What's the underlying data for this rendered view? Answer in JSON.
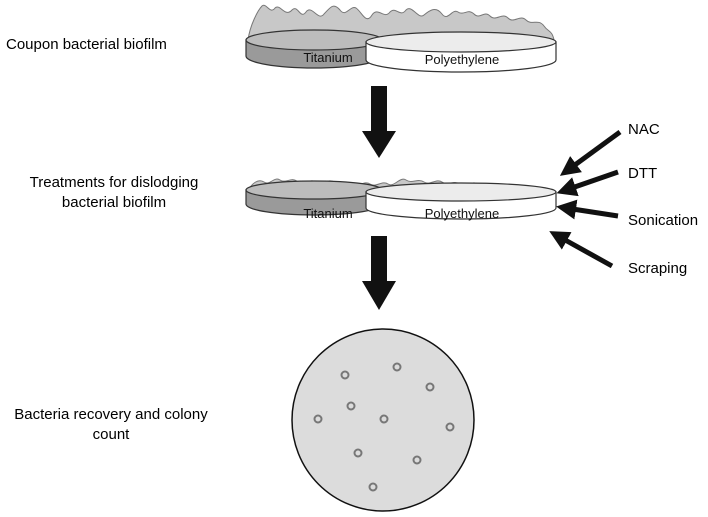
{
  "steps": [
    {
      "label": "Coupon bacterial biofilm"
    },
    {
      "label_lines": [
        "Treatments for dislodging",
        "bacterial biofilm"
      ]
    },
    {
      "label_lines": [
        "Bacteria recovery and colony",
        "count"
      ]
    }
  ],
  "coupons": {
    "left": "Titanium",
    "right": "Polyethylene"
  },
  "treatments": [
    "NAC",
    "DTT",
    "Sonication",
    "Scraping"
  ],
  "colors": {
    "biofilm": "#c8c8c8",
    "titanium_coupon": "#b0b0b0",
    "polyethylene_coupon": "#ffffff",
    "arrow": "#111111",
    "plate": "#dcdcdc",
    "colony": "#777777"
  }
}
